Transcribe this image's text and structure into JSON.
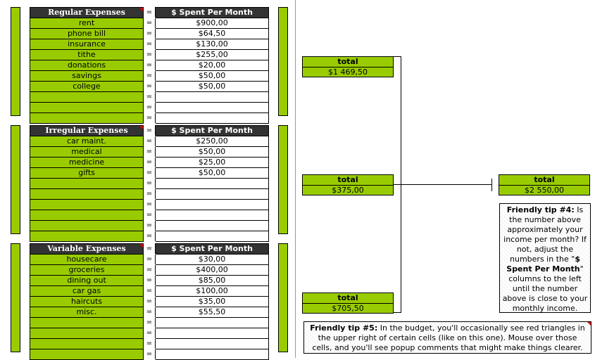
{
  "sections": [
    {
      "header_label": "Regular Expenses",
      "header_value": "$ Spent Per Month",
      "rows": [
        {
          "label": "rent",
          "value": "$900,00"
        },
        {
          "label": "phone bill",
          "value": "$64,50"
        },
        {
          "label": "insurance",
          "value": "$130,00"
        },
        {
          "label": "tithe",
          "value": "$255,00"
        },
        {
          "label": "donations",
          "value": "$20,00"
        },
        {
          "label": "savings",
          "value": "$50,00"
        },
        {
          "label": "college",
          "value": "$50,00"
        },
        {
          "label": "",
          "value": ""
        },
        {
          "label": "",
          "value": ""
        },
        {
          "label": "",
          "value": ""
        }
      ],
      "total_label": "total",
      "total_value": "$1 469,50"
    },
    {
      "header_label": "Irregular Expenses",
      "header_value": "$ Spent Per Month",
      "rows": [
        {
          "label": "car maint.",
          "value": "$250,00"
        },
        {
          "label": "medical",
          "value": "$50,00"
        },
        {
          "label": "medicine",
          "value": "$25,00"
        },
        {
          "label": "gifts",
          "value": "$50,00"
        },
        {
          "label": "",
          "value": ""
        },
        {
          "label": "",
          "value": ""
        },
        {
          "label": "",
          "value": ""
        },
        {
          "label": "",
          "value": ""
        },
        {
          "label": "",
          "value": ""
        },
        {
          "label": "",
          "value": ""
        }
      ],
      "total_label": "total",
      "total_value": "$375,00"
    },
    {
      "header_label": "Variable Expenses",
      "header_value": "$ Spent Per Month",
      "rows": [
        {
          "label": "housecare",
          "value": "$30,00"
        },
        {
          "label": "groceries",
          "value": "$400,00"
        },
        {
          "label": "dining out",
          "value": "$85,00"
        },
        {
          "label": "car gas",
          "value": "$100,00"
        },
        {
          "label": "haircuts",
          "value": "$35,00"
        },
        {
          "label": "misc.",
          "value": "$55,50"
        },
        {
          "label": "",
          "value": ""
        },
        {
          "label": "",
          "value": ""
        },
        {
          "label": "",
          "value": ""
        },
        {
          "label": "",
          "value": ""
        }
      ],
      "total_label": "total",
      "total_value": "$705,50"
    }
  ],
  "equals_sign": "=",
  "grand_total": {
    "label": "total",
    "value": "$2 550,00"
  },
  "tip4": {
    "title": "Friendly tip #4:",
    "text1": " Is the number above approximately your income per month? If not, adjust the numbers in the \"",
    "bold": "$ Spent Per Month",
    "text2": "\" columns to the left until the number above is close to your monthly income."
  },
  "tip5": {
    "title": "Friendly tip #5:",
    "text": " In the budget, you'll occasionally see red triangles in the upper right of certain cells (like on this one). Mouse over those cells, and you'll see popup comments that might make things clearer."
  },
  "colors": {
    "accent": "#99cc00",
    "header": "#333333",
    "comment_marker": "#e00000"
  }
}
